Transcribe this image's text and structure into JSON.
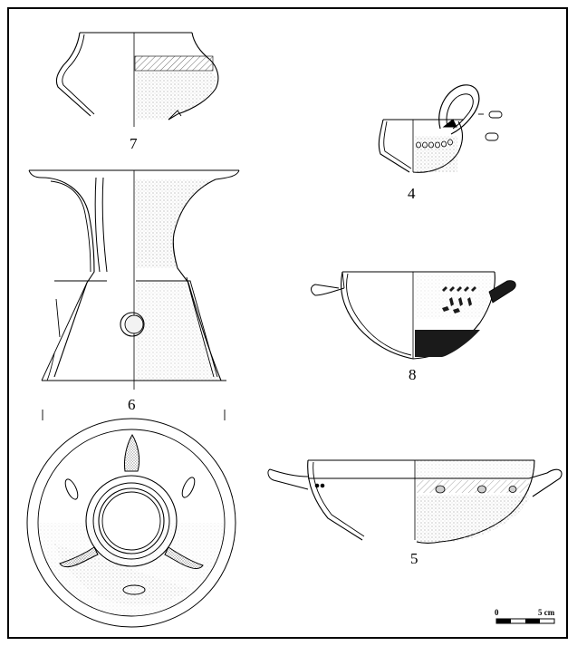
{
  "labels": {
    "fig7": "7",
    "fig4": "4",
    "fig6": "6",
    "fig8": "8",
    "fig5": "5"
  },
  "scale": {
    "start": "0",
    "end": "5 cm"
  },
  "colors": {
    "ink": "#000000",
    "stipple": "#8a8a8a",
    "paint": "#1a1a1a",
    "paper": "#ffffff"
  }
}
